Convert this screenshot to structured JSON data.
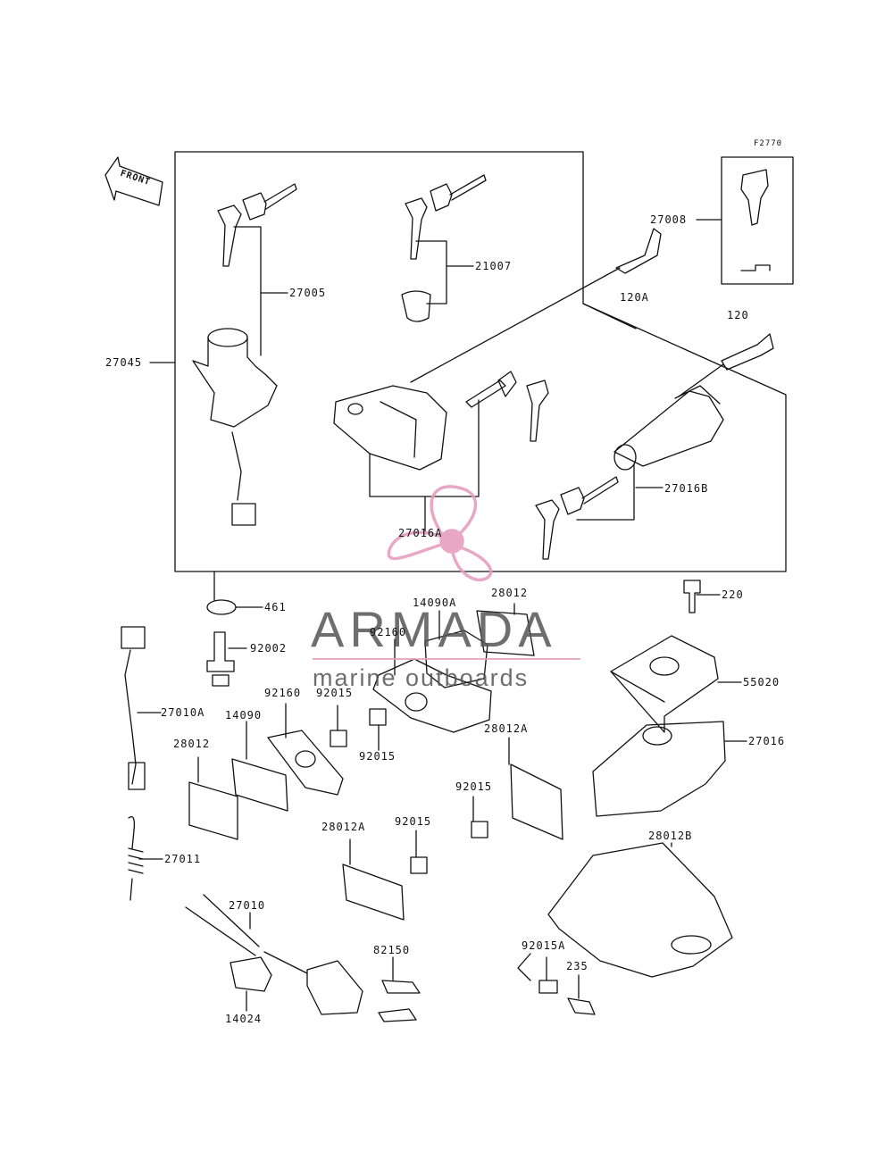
{
  "figure_code": "F2770",
  "front_label": "FRONT",
  "watermark": {
    "brand": "ARMADA",
    "tagline": "marine outboards",
    "accent_color": "#e79ec0",
    "text_color": "#555555"
  },
  "part_numbers": [
    "27045",
    "27005",
    "21007",
    "27008",
    "120A",
    "120",
    "27016B",
    "27016A",
    "461",
    "92002",
    "27010A",
    "27011",
    "14090A",
    "28012",
    "92160",
    "92160",
    "92015",
    "92015",
    "14090",
    "28012",
    "28012A",
    "92015",
    "92015",
    "28012A",
    "220",
    "55020",
    "27016",
    "28012B",
    "27010",
    "82150",
    "14024",
    "92015A",
    "235"
  ]
}
